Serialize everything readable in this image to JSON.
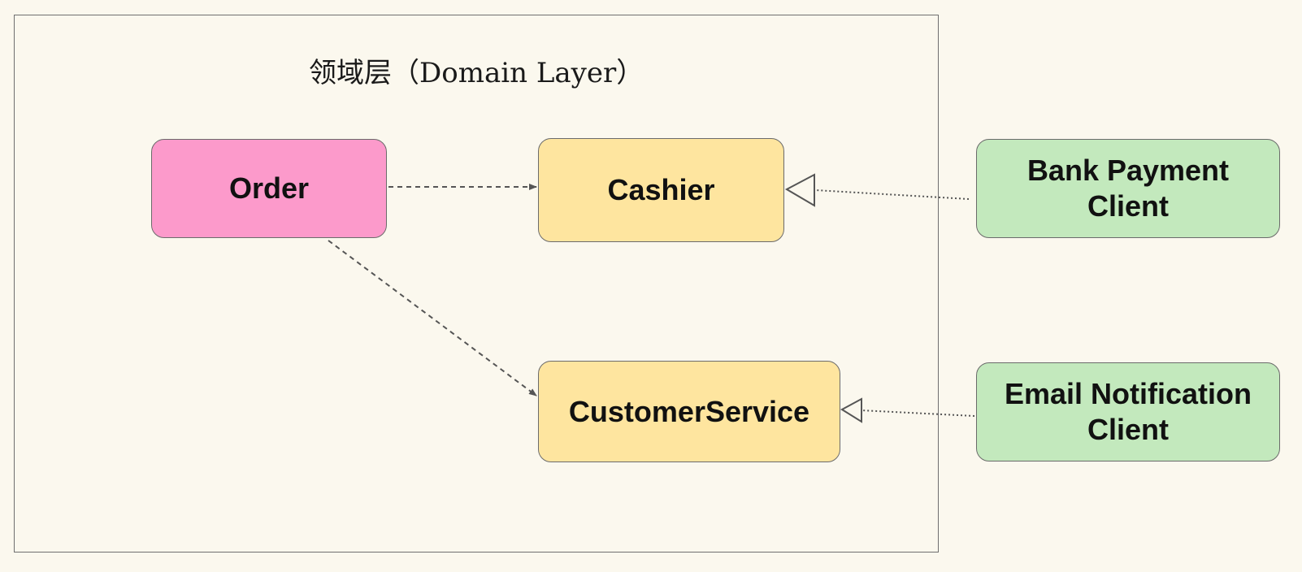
{
  "layer": {
    "title": "领域层（Domain Layer）"
  },
  "nodes": {
    "order": {
      "label": "Order",
      "color": "#fc9acb"
    },
    "cashier": {
      "label": "Cashier",
      "color": "#fee59f"
    },
    "customer_service": {
      "label": "CustomerService",
      "color": "#fee59f"
    },
    "bank_payment_client": {
      "line1": "Bank Payment",
      "line2": "Client",
      "color": "#c3e9bd"
    },
    "email_notification_client": {
      "line1": "Email Notification",
      "line2": "Client",
      "color": "#c3e9bd"
    }
  },
  "edges": [
    {
      "from": "order",
      "to": "cashier",
      "style": "dashed",
      "arrow": "open-filled-small"
    },
    {
      "from": "order",
      "to": "customer_service",
      "style": "dashed",
      "arrow": "open-filled-small"
    },
    {
      "from": "bank_payment_client",
      "to": "cashier",
      "style": "dotted",
      "arrow": "hollow-triangle"
    },
    {
      "from": "email_notification_client",
      "to": "customer_service",
      "style": "dotted",
      "arrow": "hollow-triangle"
    }
  ]
}
